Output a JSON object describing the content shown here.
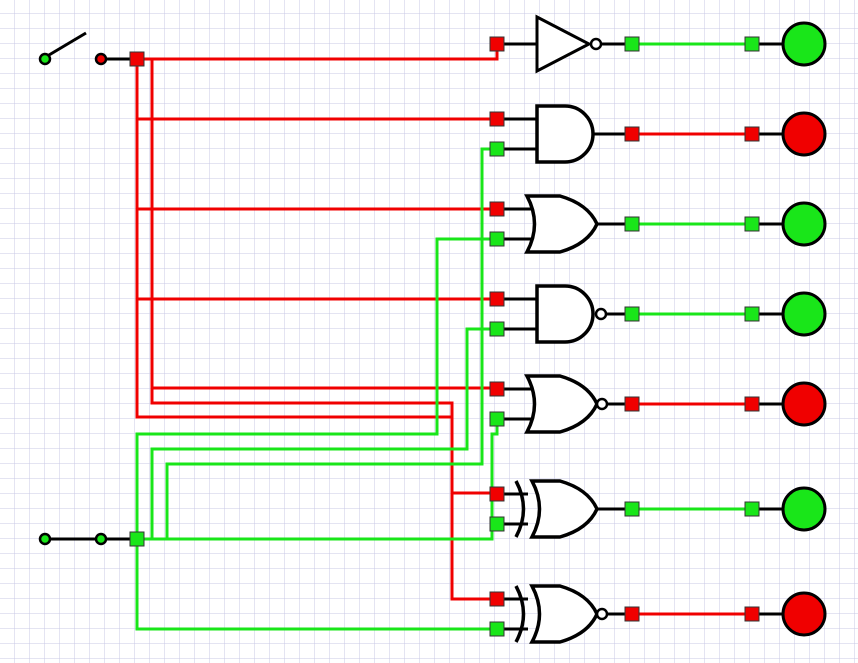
{
  "colors": {
    "background": "#ffffff",
    "grid": "#c8c8e6",
    "wire_high": "#19e619",
    "wire_low": "#f00000",
    "pin_high": "#19e619",
    "pin_low": "#f00000",
    "outline": "#000000",
    "lamp_on": "#19e619",
    "lamp_off": "#f00000"
  },
  "inputs": [
    {
      "id": "switch-a",
      "kind": "switch",
      "closed": false,
      "signal": 0
    },
    {
      "id": "switch-b",
      "kind": "switch",
      "closed": true,
      "signal": 1
    }
  ],
  "gates": [
    {
      "kind": "NOT",
      "inputs": [
        "A"
      ],
      "output": 1
    },
    {
      "kind": "AND",
      "inputs": [
        "A",
        "B"
      ],
      "output": 0
    },
    {
      "kind": "OR",
      "inputs": [
        "A",
        "B"
      ],
      "output": 1
    },
    {
      "kind": "NAND",
      "inputs": [
        "A",
        "B"
      ],
      "output": 1
    },
    {
      "kind": "NOR",
      "inputs": [
        "A",
        "B"
      ],
      "output": 0
    },
    {
      "kind": "XOR",
      "inputs": [
        "A",
        "B"
      ],
      "output": 1
    },
    {
      "kind": "XNOR",
      "inputs": [
        "A",
        "B"
      ],
      "output": 0
    }
  ],
  "outputs": [
    {
      "lamp": "on"
    },
    {
      "lamp": "off"
    },
    {
      "lamp": "on"
    },
    {
      "lamp": "on"
    },
    {
      "lamp": "off"
    },
    {
      "lamp": "on"
    },
    {
      "lamp": "off"
    }
  ]
}
